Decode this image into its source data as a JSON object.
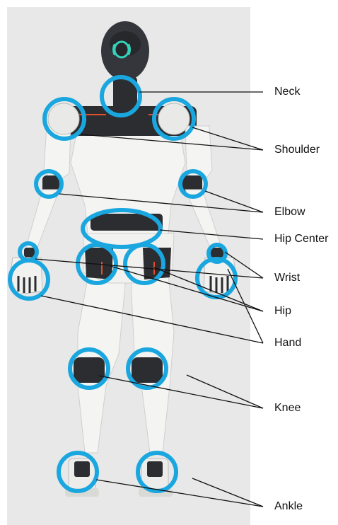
{
  "colors": {
    "panel": "#e8e8e8",
    "marker": "#1aa7e0",
    "robot_body": "#f4f4f2",
    "robot_dark": "#2b2d31",
    "head_light": "#33d3b8",
    "leader": "#111111"
  },
  "labels": {
    "neck": "Neck",
    "shoulder": "Shoulder",
    "elbow": "Elbow",
    "hip_center": "Hip Center",
    "wrist": "Wrist",
    "hip": "Hip",
    "hand": "Hand",
    "knee": "Knee",
    "ankle": "Ankle"
  }
}
